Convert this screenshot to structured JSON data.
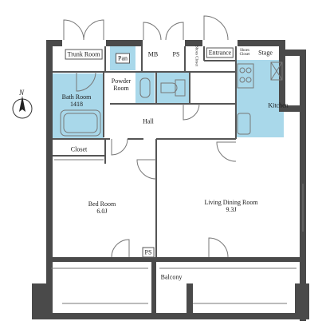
{
  "rooms": {
    "trunk_room": "Trunk Room",
    "pan": "Pan",
    "mb": "MB",
    "ps_top": "PS",
    "shoes_closet_1": "Shoes Closet",
    "entrance": "Entrance",
    "shoes_closet_2": "Shoes Closet",
    "stage": "Stage",
    "powder_room": "Powder\nRoom",
    "bath_room": "Bath Room\n1418",
    "hall": "Hall",
    "kitchen": "Kitchen",
    "closet": "Closet",
    "bed_room": "Bed Room\n6.0J",
    "living_dining": "Living Dining Room\n9.3J",
    "ps_bottom": "PS",
    "balcony": "Balcony"
  },
  "compass": {
    "label": "N"
  },
  "colors": {
    "wet_area": "#a9d8ea",
    "wall": "#4a4a4a",
    "line": "#6a6a6a"
  }
}
